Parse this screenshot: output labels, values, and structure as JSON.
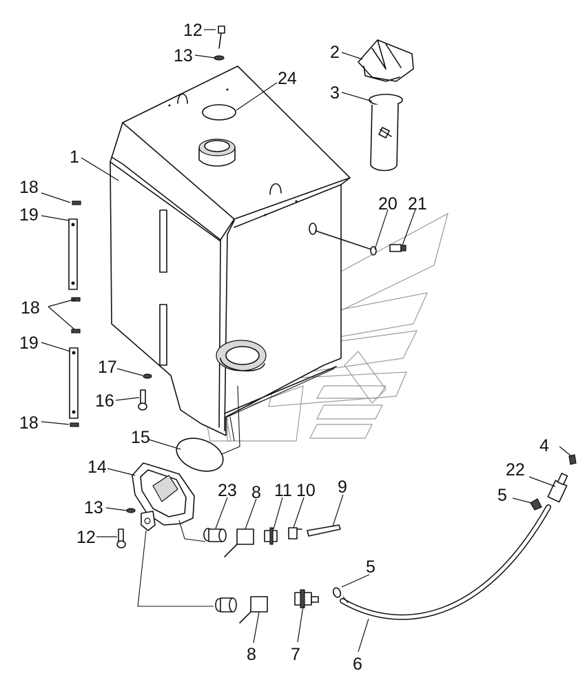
{
  "labels": {
    "n1": "1",
    "n2": "2",
    "n3": "3",
    "n4": "4",
    "n5a": "5",
    "n5b": "5",
    "n6": "6",
    "n7": "7",
    "n8a": "8",
    "n8b": "8",
    "n9": "9",
    "n10": "10",
    "n11": "11",
    "n12a": "12",
    "n12b": "12",
    "n13a": "13",
    "n13b": "13",
    "n14": "14",
    "n15": "15",
    "n16": "16",
    "n17": "17",
    "n18a": "18",
    "n18b": "18",
    "n18c": "18",
    "n19a": "19",
    "n19b": "19",
    "n20": "20",
    "n21": "21",
    "n22": "22",
    "n23": "23",
    "n24": "24"
  }
}
